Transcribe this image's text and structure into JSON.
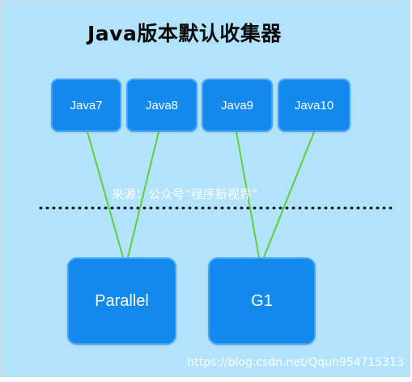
{
  "title": "Java版本默认收集器",
  "versions": [
    {
      "label": "Java7"
    },
    {
      "label": "Java8"
    },
    {
      "label": "Java9"
    },
    {
      "label": "Java10"
    }
  ],
  "collectors": [
    {
      "label": "Parallel"
    },
    {
      "label": "G1"
    }
  ],
  "connections": [
    {
      "from": "Java7",
      "to": "Parallel"
    },
    {
      "from": "Java8",
      "to": "Parallel"
    },
    {
      "from": "Java9",
      "to": "G1"
    },
    {
      "from": "Java10",
      "to": "G1"
    }
  ],
  "watermark": {
    "source": "来源：公众号“程序新视界”",
    "url": "https://blog.csdn.net/Qqun954715313"
  },
  "colors": {
    "background": "#b3e3fb",
    "box_fill": "#1389ee",
    "connector": "#5ecf3a",
    "divider": "#111111"
  }
}
